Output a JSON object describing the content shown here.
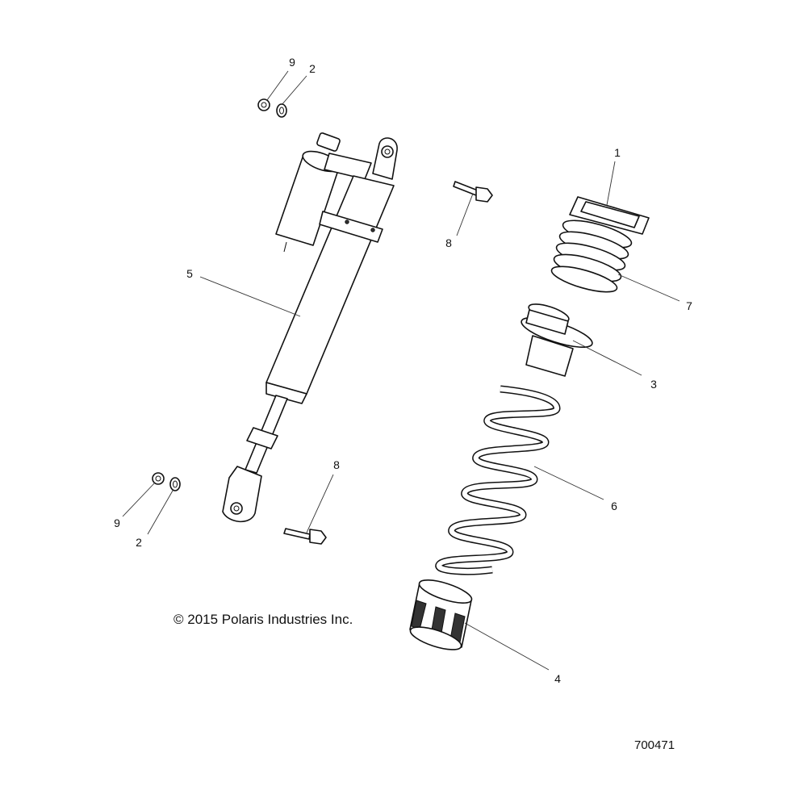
{
  "copyright": "© 2015 Polaris Industries Inc.",
  "drawing_number": "700471",
  "callouts": [
    "1",
    "2",
    "2",
    "3",
    "4",
    "5",
    "6",
    "7",
    "8",
    "8",
    "9",
    "9"
  ],
  "parts": [
    "shock-cap",
    "washer",
    "spring-retainer",
    "spring-seat",
    "shock-absorber",
    "coil-spring",
    "bumper",
    "bolt",
    "nut"
  ]
}
